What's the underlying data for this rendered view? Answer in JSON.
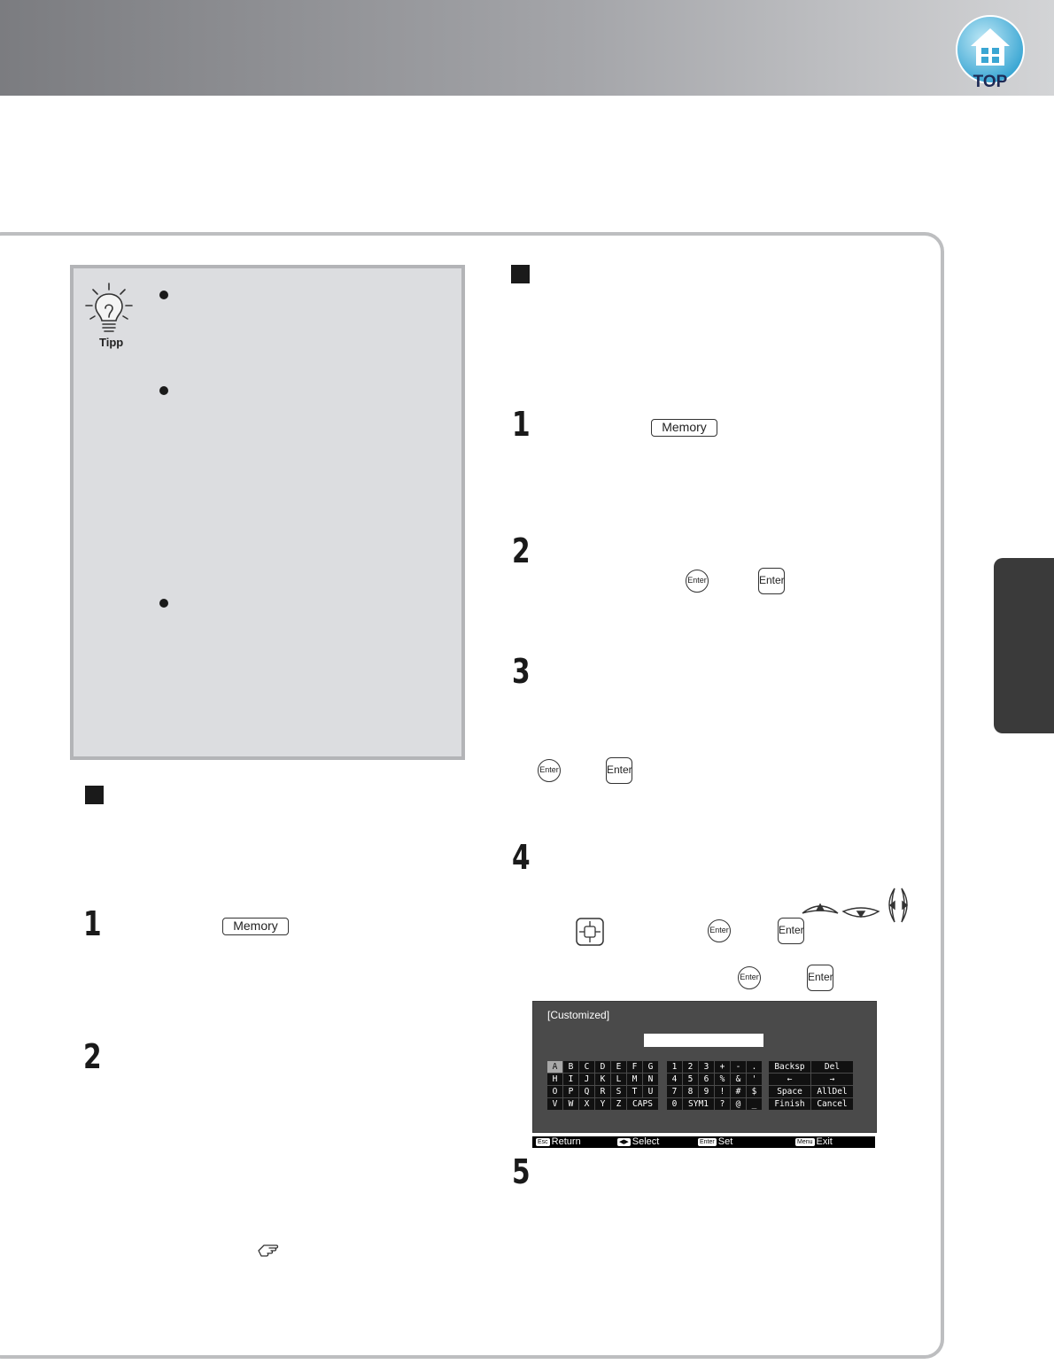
{
  "header": {
    "top_button": {
      "label": "TOP",
      "icon": "home-icon"
    }
  },
  "tip": {
    "label": "Tipp",
    "icon": "lightbulb-icon"
  },
  "keys": {
    "memory": "Memory",
    "enter": "Enter"
  },
  "reference_icon": "hand-pointer-icon",
  "left_steps": [
    "1",
    "2"
  ],
  "right_steps": [
    "1",
    "2",
    "3",
    "4",
    "5"
  ],
  "osd": {
    "title": "[Customized]",
    "letters": [
      [
        "A",
        "B",
        "C",
        "D",
        "E",
        "F",
        "G"
      ],
      [
        "H",
        "I",
        "J",
        "K",
        "L",
        "M",
        "N"
      ],
      [
        "O",
        "P",
        "Q",
        "R",
        "S",
        "T",
        "U"
      ],
      [
        "V",
        "W",
        "X",
        "Y",
        "Z",
        "CAPS"
      ]
    ],
    "symbols": [
      [
        "1",
        "2",
        "3",
        "+",
        "-",
        "."
      ],
      [
        "4",
        "5",
        "6",
        "%",
        "&",
        "'"
      ],
      [
        "7",
        "8",
        "9",
        "!",
        "#",
        "$"
      ],
      [
        "0",
        "SYM1",
        "?",
        "@",
        "_"
      ]
    ],
    "commands": [
      [
        "Backsp",
        "Del"
      ],
      [
        "←",
        "→"
      ],
      [
        "Space",
        "AllDel"
      ],
      [
        "Finish",
        "Cancel"
      ]
    ],
    "selected_key": "A",
    "bottom_bar": [
      {
        "key": "Esc",
        "label": "Return"
      },
      {
        "key": "◀▶",
        "label": "Select"
      },
      {
        "key": "Enter",
        "label": "Set"
      },
      {
        "key": "Menu",
        "label": "Exit"
      }
    ]
  }
}
